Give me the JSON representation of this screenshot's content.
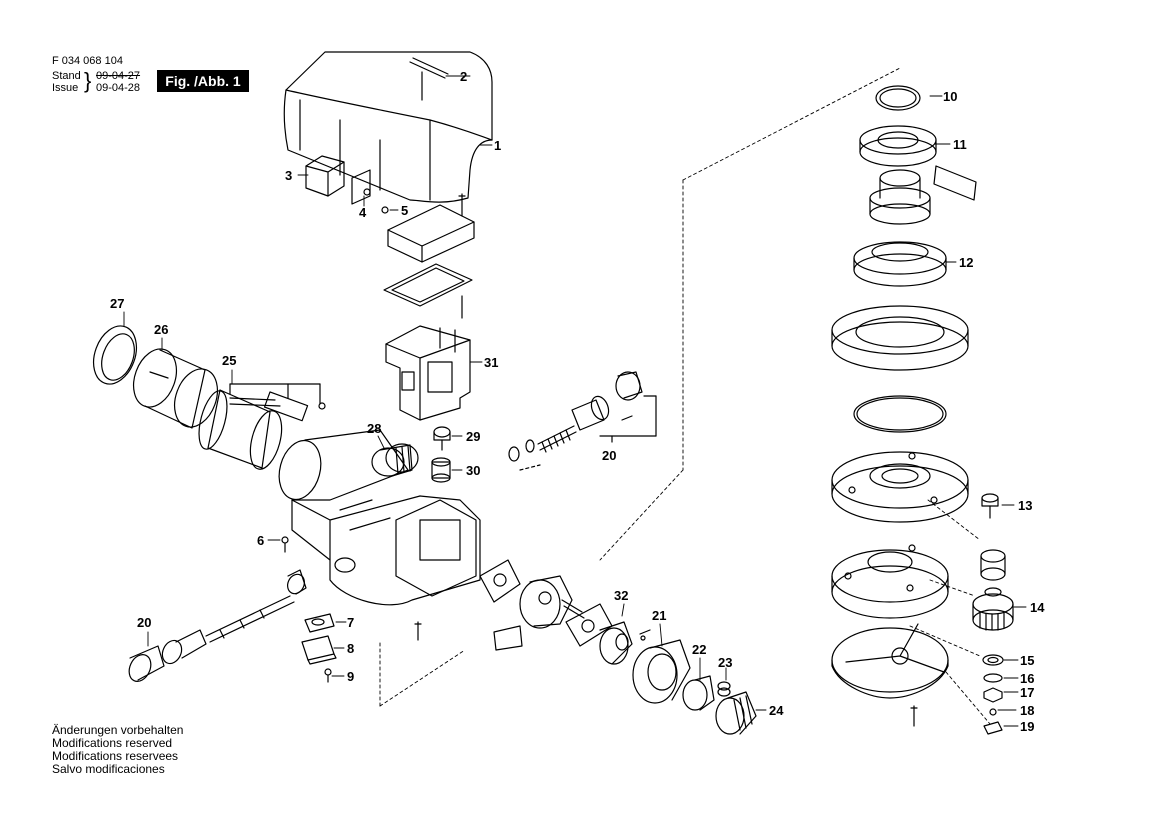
{
  "header": {
    "doc_number": "F 034 068 104",
    "stand_label": "Stand",
    "stand_date": "09-04-27",
    "issue_label": "Issue",
    "issue_date": "09-04-28",
    "figure_label": "Fig. /Abb. 1"
  },
  "notes": [
    "Änderungen vorbehalten",
    "Modifications reserved",
    "Modifications reservees",
    "Salvo modificaciones"
  ],
  "callouts": {
    "c1": "1",
    "c2": "2",
    "c3": "3",
    "c4": "4",
    "c5": "5",
    "c6": "6",
    "c7": "7",
    "c8": "8",
    "c9": "9",
    "c10": "10",
    "c11": "11",
    "c12": "12",
    "c13": "13",
    "c14": "14",
    "c15": "15",
    "c16": "16",
    "c17": "17",
    "c18": "18",
    "c19": "19",
    "c20a": "20",
    "c20b": "20",
    "c21": "21",
    "c22": "22",
    "c23": "23",
    "c24": "24",
    "c25": "25",
    "c26": "26",
    "c27": "27",
    "c28": "28",
    "c29": "29",
    "c30": "30",
    "c31": "31",
    "c32": "32"
  }
}
